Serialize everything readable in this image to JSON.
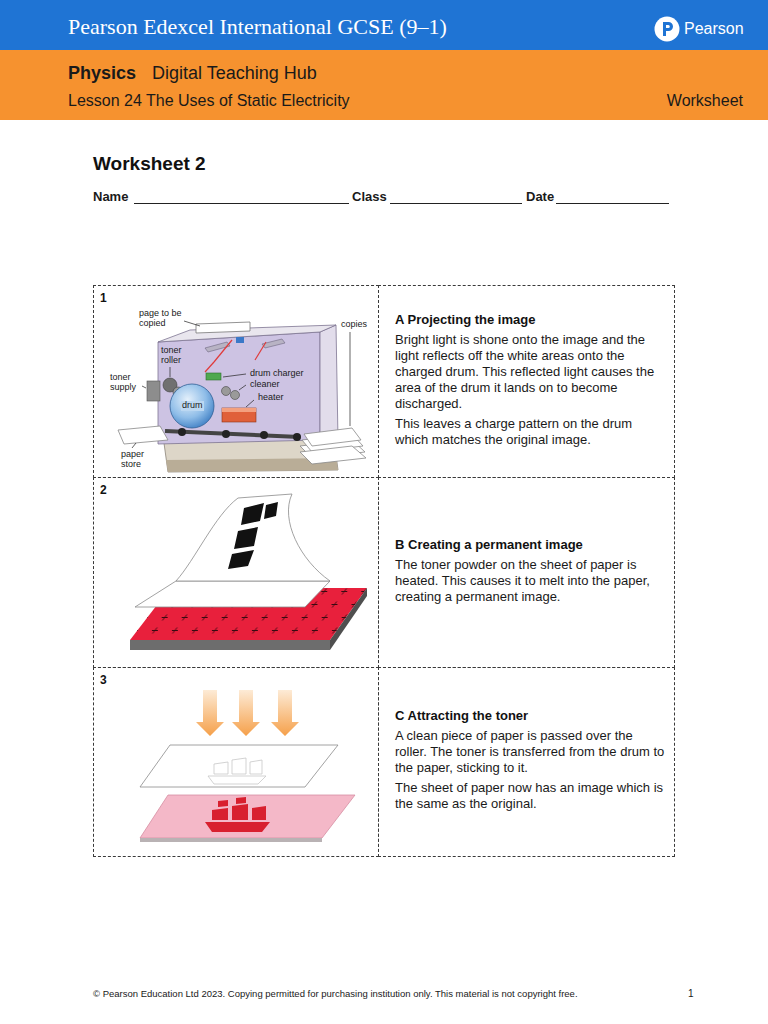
{
  "diagram": {
    "title": "Worksheet 2",
    "nodes": [
      {
        "text": [
          "Pearson Edexcel International GCSE (9–1)",
          "Pearson"
        ]
      },
      {
        "text": [
          "Physics",
          "Digital Teaching Hub",
          "Lesson 24 The Uses of Static Electricity",
          "Worksheet"
        ]
      },
      {
        "text": [
          "1"
        ]
      },
      {
        "text": [
          "A Projecting the image",
          "Bright light is shone onto the image and the light reflects off the white areas onto the charged drum. This reflected light causes the area of the drum it lands on to become discharged.",
          "This leaves a charge pattern on the drum which matches the original image."
        ]
      },
      {
        "text": [
          "2"
        ]
      },
      {
        "text": [
          "B Creating a permanent image",
          "The toner powder on the sheet of paper is heated. This causes it to melt into the paper, creating a permanent image."
        ]
      },
      {
        "text": [
          "3"
        ]
      },
      {
        "text": [
          "C Attracting the toner",
          "A clean piece of paper is passed over the roller. The toner is transferred from the drum to the paper, sticking to it.",
          "The sheet of paper now has an image which is the same as the original."
        ]
      }
    ],
    "labels": [
      "Name",
      "Class",
      "Date",
      "page to be copied",
      "copies",
      "toner roller",
      "drum charger",
      "cleaner",
      "toner supply",
      "drum",
      "heater",
      "paper store",
      "© Pearson Education Ltd 2023. Copying permitted for purchasing institution only. This material is not copyright free.",
      "1"
    ]
  }
}
